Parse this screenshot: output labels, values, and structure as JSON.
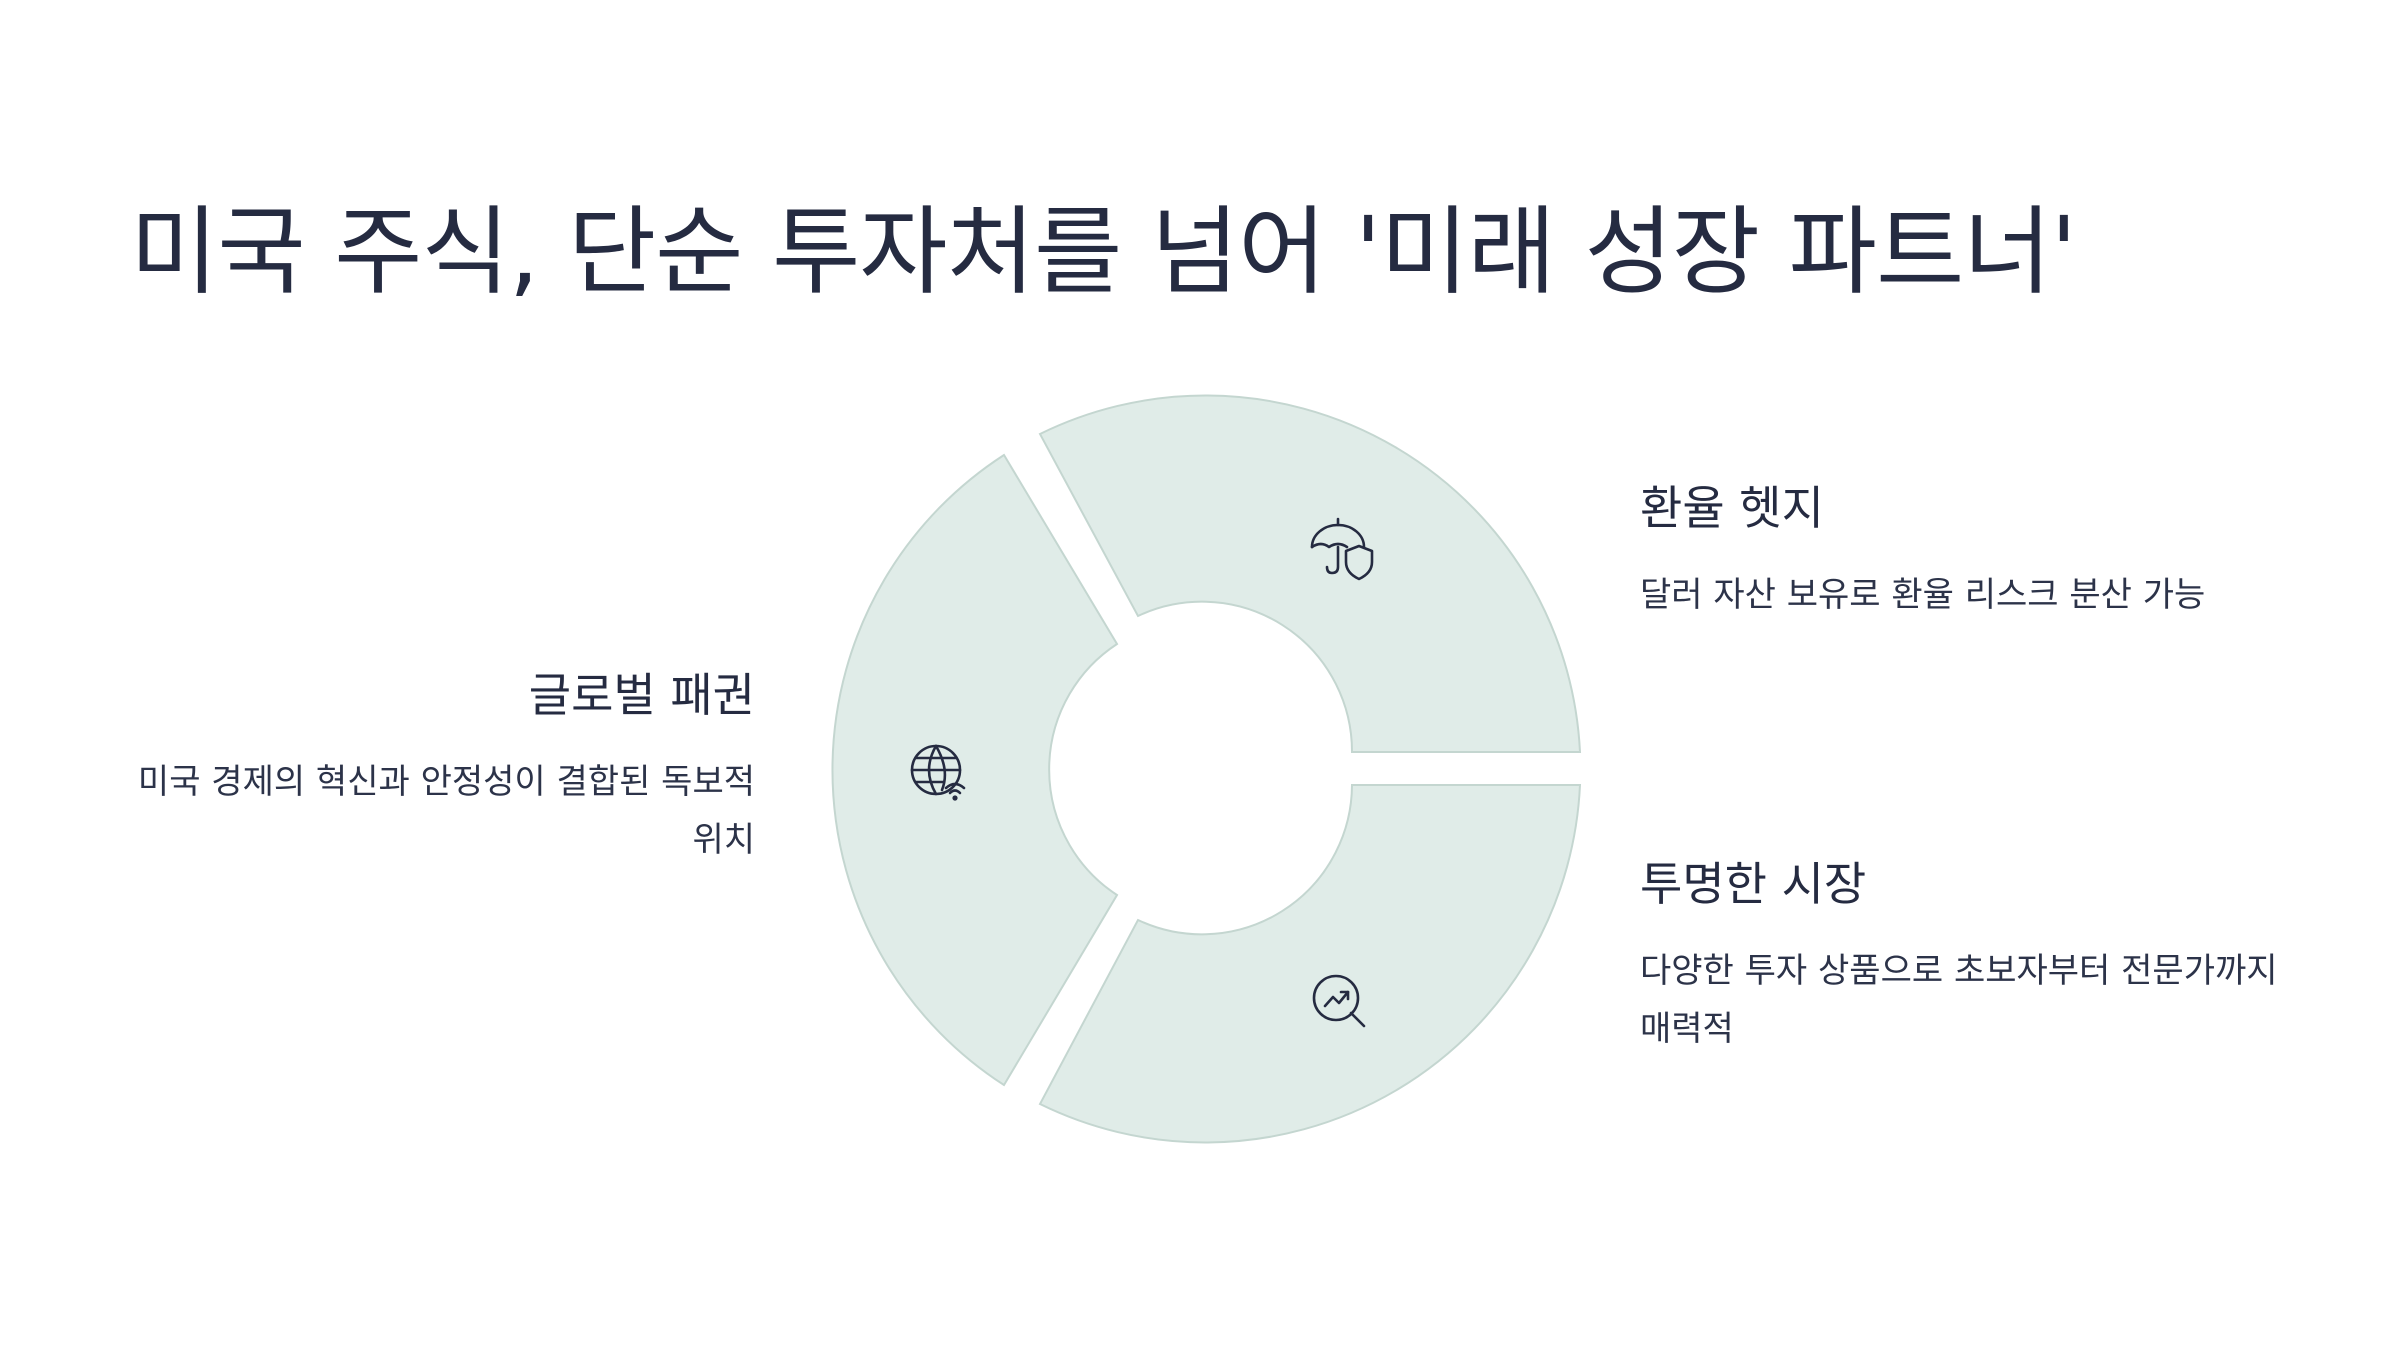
{
  "title": "미국 주식, 단순 투자처를 넘어 '미래 성장 파트너'",
  "segments": [
    {
      "title": "글로벌 패권",
      "description": "미국 경제의 혁신과 안정성이 결합된 독보적 위치",
      "icon": "globe-wifi-icon"
    },
    {
      "title": "환율 헷지",
      "description": "달러 자산 보유로 환율 리스크 분산 가능",
      "icon": "umbrella-shield-icon"
    },
    {
      "title": "투명한 시장",
      "description": "다양한 투자 상품으로 초보자부터 전문가까지 매력적",
      "icon": "chart-magnifier-icon"
    }
  ],
  "colors": {
    "segment_fill": "#e0ece8",
    "segment_stroke": "#c4d6d0",
    "text": "#252b41"
  }
}
